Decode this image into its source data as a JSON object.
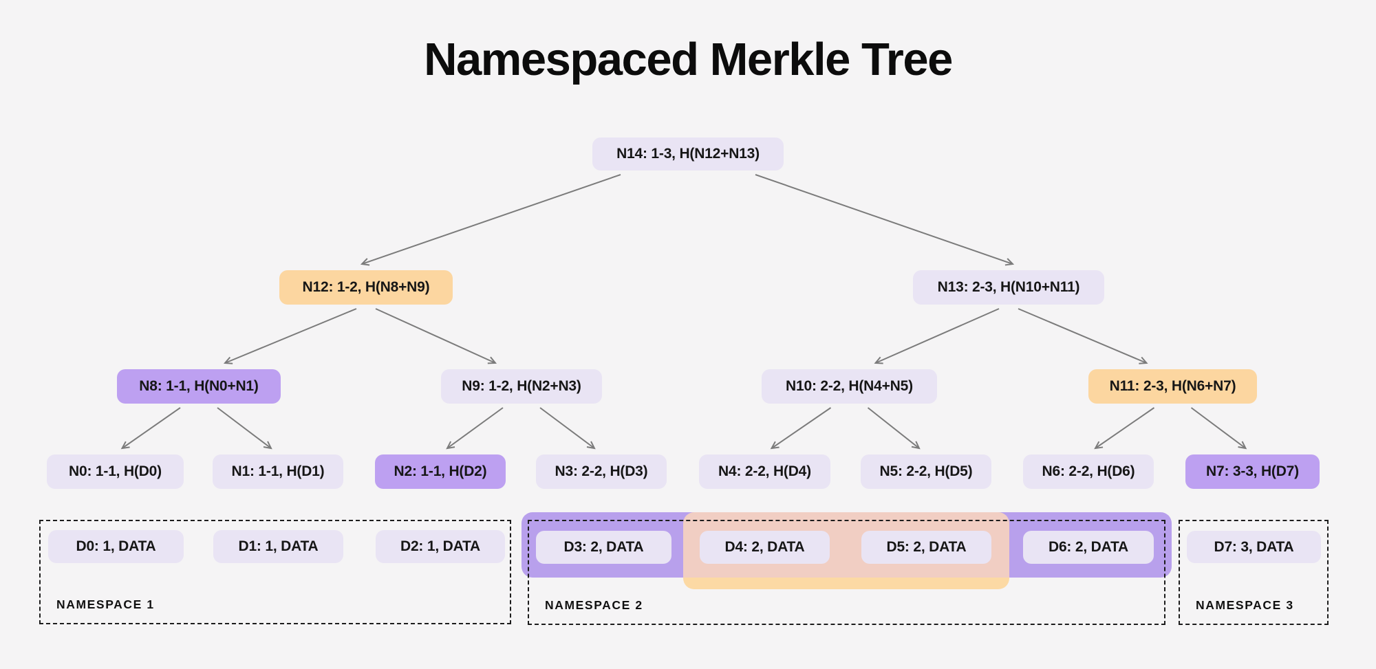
{
  "title": "Namespaced Merkle Tree",
  "colors": {
    "background": "#f5f4f5",
    "node_lavender": "#e9e4f4",
    "node_orange": "#fcd6a0",
    "node_purple": "#bda0f1",
    "highlight_band_purple": "#b8a0ec",
    "highlight_band_orange": "#fcd9a4",
    "highlight_band_overlap": "#f1cec3",
    "arrow": "#7b7b7b",
    "dashed_border": "#1c1c1c",
    "text": "#141414"
  },
  "tree": {
    "nodes": [
      {
        "id": "N14",
        "label": "N14: 1-3, H(N12+N13)",
        "variant": "lavender"
      },
      {
        "id": "N12",
        "label": "N12: 1-2, H(N8+N9)",
        "variant": "orange"
      },
      {
        "id": "N13",
        "label": "N13: 2-3, H(N10+N11)",
        "variant": "lavender"
      },
      {
        "id": "N8",
        "label": "N8: 1-1, H(N0+N1)",
        "variant": "purple"
      },
      {
        "id": "N9",
        "label": "N9: 1-2, H(N2+N3)",
        "variant": "lavender"
      },
      {
        "id": "N10",
        "label": "N10: 2-2, H(N4+N5)",
        "variant": "lavender"
      },
      {
        "id": "N11",
        "label": "N11: 2-3, H(N6+N7)",
        "variant": "orange"
      },
      {
        "id": "N0",
        "label": "N0: 1-1, H(D0)",
        "variant": "lavender"
      },
      {
        "id": "N1",
        "label": "N1: 1-1, H(D1)",
        "variant": "lavender"
      },
      {
        "id": "N2",
        "label": "N2: 1-1, H(D2)",
        "variant": "purple"
      },
      {
        "id": "N3",
        "label": "N3: 2-2, H(D3)",
        "variant": "lavender"
      },
      {
        "id": "N4",
        "label": "N4: 2-2, H(D4)",
        "variant": "lavender"
      },
      {
        "id": "N5",
        "label": "N5: 2-2, H(D5)",
        "variant": "lavender"
      },
      {
        "id": "N6",
        "label": "N6: 2-2, H(D6)",
        "variant": "lavender"
      },
      {
        "id": "N7",
        "label": "N7: 3-3, H(D7)",
        "variant": "purple"
      }
    ],
    "edges": [
      [
        "N14",
        "N12"
      ],
      [
        "N14",
        "N13"
      ],
      [
        "N12",
        "N8"
      ],
      [
        "N12",
        "N9"
      ],
      [
        "N13",
        "N10"
      ],
      [
        "N13",
        "N11"
      ],
      [
        "N8",
        "N0"
      ],
      [
        "N8",
        "N1"
      ],
      [
        "N9",
        "N2"
      ],
      [
        "N9",
        "N3"
      ],
      [
        "N10",
        "N4"
      ],
      [
        "N10",
        "N5"
      ],
      [
        "N11",
        "N6"
      ],
      [
        "N11",
        "N7"
      ]
    ]
  },
  "data_row": [
    {
      "id": "D0",
      "label": "D0: 1, DATA"
    },
    {
      "id": "D1",
      "label": "D1: 1, DATA"
    },
    {
      "id": "D2",
      "label": "D2: 1, DATA"
    },
    {
      "id": "D3",
      "label": "D3: 2, DATA"
    },
    {
      "id": "D4",
      "label": "D4: 2, DATA"
    },
    {
      "id": "D5",
      "label": "D5: 2, DATA"
    },
    {
      "id": "D6",
      "label": "D6: 2, DATA"
    },
    {
      "id": "D7",
      "label": "D7: 3, DATA"
    }
  ],
  "namespaces": [
    {
      "id": "ns1",
      "label": "NAMESPACE 1"
    },
    {
      "id": "ns2",
      "label": "NAMESPACE 2"
    },
    {
      "id": "ns3",
      "label": "NAMESPACE 3"
    }
  ],
  "highlights": {
    "purple_band_covers": "D3-D6",
    "orange_band_covers": "D4-D5"
  }
}
